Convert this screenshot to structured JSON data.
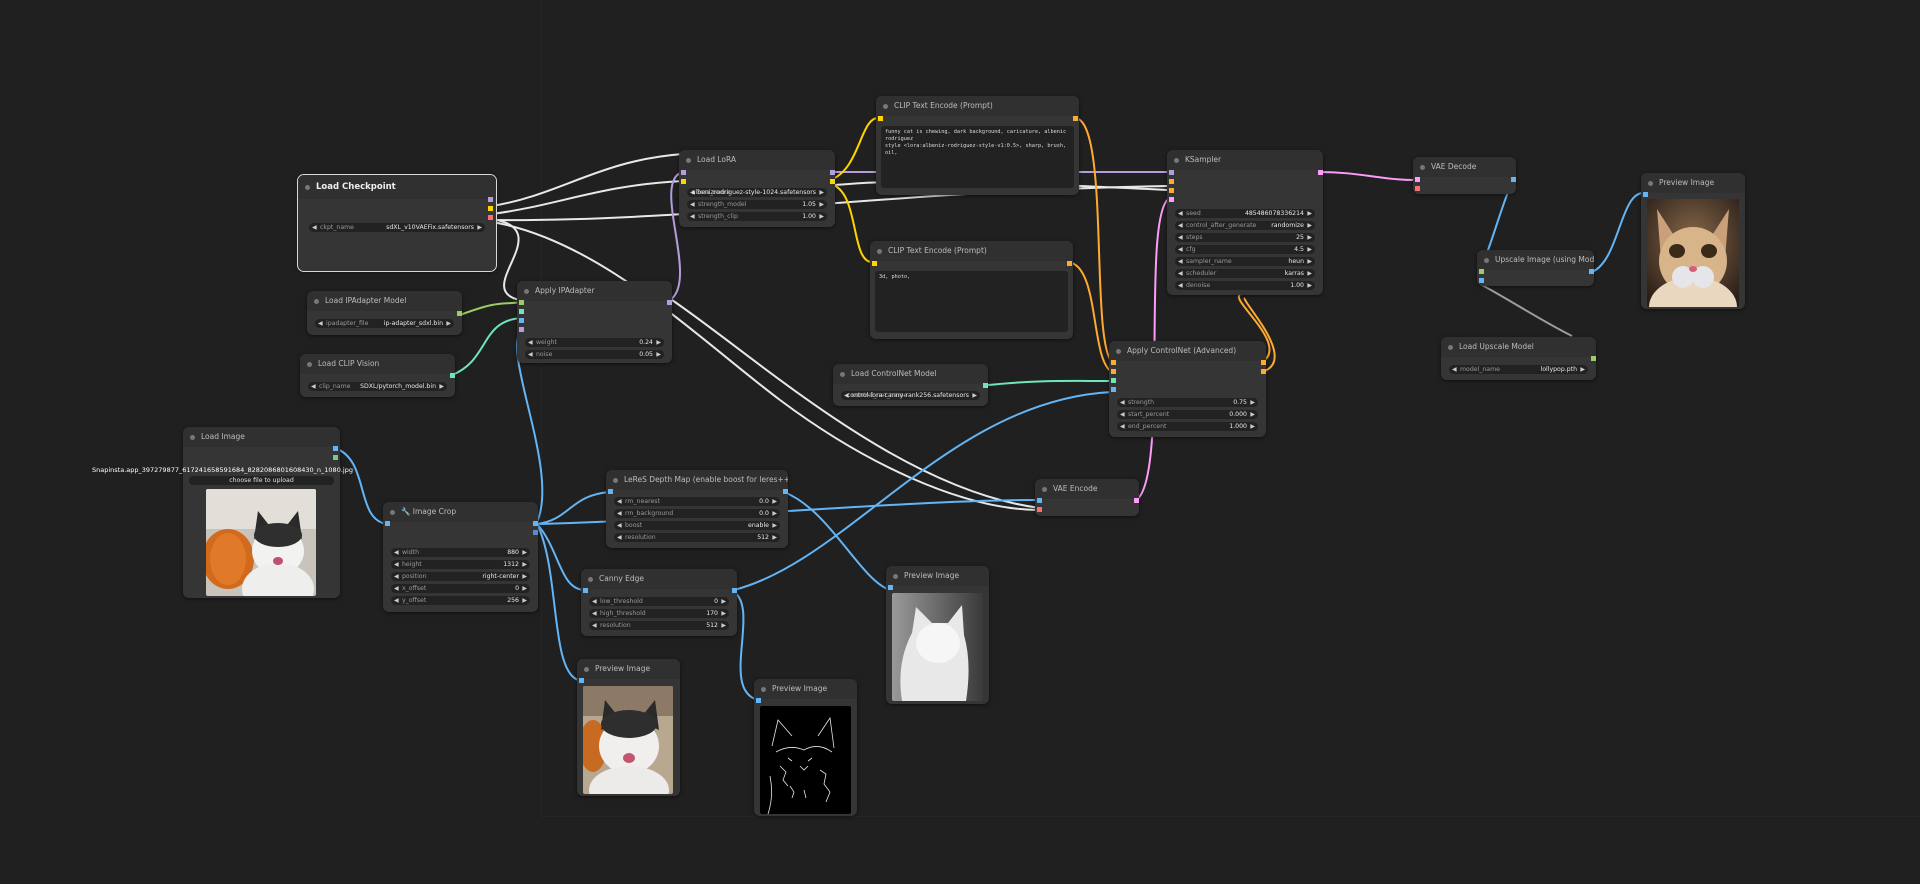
{
  "colors": {
    "background": "#202020",
    "node": "#353535",
    "widget": "#222222",
    "clip": "#ffd500",
    "model": "#b39ddb",
    "vae": "#ff6e6e",
    "image": "#64b5f6",
    "conditioning": "#ffa931",
    "latent": "#ff9cf9",
    "controlnet": "#6ee7b7",
    "upscale_model": "#9ccc65",
    "wire_default": "#e8e8e8"
  },
  "nodes": {
    "load_checkpoint": {
      "title": "Load Checkpoint",
      "ckpt_label": "ckpt_name",
      "ckpt_value": "sdXL_v10VAEFix.safetensors"
    },
    "load_ipadapter_model": {
      "title": "Load IPAdapter Model",
      "label": "ipadapter_file",
      "value": "ip-adapter_sdxl.bin"
    },
    "load_clip_vision": {
      "title": "Load CLIP Vision",
      "label": "clip_name",
      "value": "SDXL/pytorch_model.bin"
    },
    "apply_ipadapter": {
      "title": "Apply IPAdapter",
      "weight_label": "weight",
      "weight_value": "0.24",
      "noise_label": "noise",
      "noise_value": "0.05"
    },
    "load_lora": {
      "title": "Load LoRA",
      "lora_label": "lora_name",
      "lora_value": "albenizrodriguez-style-1024.safetensors",
      "strength_model_label": "strength_model",
      "strength_model_value": "1.05",
      "strength_clip_label": "strength_clip",
      "strength_clip_value": "1.00"
    },
    "clip_text_positive": {
      "title": "CLIP Text Encode (Prompt)",
      "text_line1": "funny cat is chewing, dark background, caricature, albenic rodriguez",
      "text_line2": "style <lora:albeniz-rodriguez-style-v1:0.5>, sharp, brush, oil,"
    },
    "clip_text_negative": {
      "title": "CLIP Text Encode (Prompt)",
      "text": "3d, photo,"
    },
    "ksampler": {
      "title": "KSampler",
      "seed_label": "seed",
      "seed_value": "485486078336214",
      "control_label": "control_after_generate",
      "control_value": "randomize",
      "steps_label": "steps",
      "steps_value": "25",
      "cfg_label": "cfg",
      "cfg_value": "4.5",
      "sampler_label": "sampler_name",
      "sampler_value": "heun",
      "scheduler_label": "scheduler",
      "scheduler_value": "karras",
      "denoise_label": "denoise",
      "denoise_value": "1.00"
    },
    "vae_decode": {
      "title": "VAE Decode"
    },
    "preview_final": {
      "title": "Preview Image"
    },
    "upscale_image": {
      "title": "Upscale Image (using Model)"
    },
    "load_upscale_model": {
      "title": "Load Upscale Model",
      "label": "model_name",
      "value": "lollypop.pth"
    },
    "load_controlnet": {
      "title": "Load ControlNet Model",
      "label": "control_net_name",
      "value": "control-lora-canny-rank256.safetensors"
    },
    "apply_controlnet": {
      "title": "Apply ControlNet (Advanced)",
      "strength_label": "strength",
      "strength_value": "0.75",
      "start_label": "start_percent",
      "start_value": "0.000",
      "end_label": "end_percent",
      "end_value": "1.000"
    },
    "vae_encode": {
      "title": "VAE Encode"
    },
    "load_image": {
      "title": "Load Image",
      "image_value": "Snapinsta.app_397279877_617241658591684_8282086801608430_n_1080.jpg",
      "upload_label": "choose file to upload"
    },
    "image_crop": {
      "title": "Image Crop",
      "width_label": "width",
      "width_value": "880",
      "height_label": "height",
      "height_value": "1312",
      "position_label": "position",
      "position_value": "right-center",
      "x_label": "x_offset",
      "x_value": "0",
      "y_label": "y_offset",
      "y_value": "256"
    },
    "leres_depth": {
      "title": "LeReS Depth Map (enable boost for leres++)",
      "rm_nearest_label": "rm_nearest",
      "rm_nearest_value": "0.0",
      "rm_background_label": "rm_background",
      "rm_background_value": "0.0",
      "boost_label": "boost",
      "boost_value": "enable",
      "resolution_label": "resolution",
      "resolution_value": "512"
    },
    "canny_edge": {
      "title": "Canny Edge",
      "low_label": "low_threshold",
      "low_value": "0",
      "high_label": "high_threshold",
      "high_value": "170",
      "resolution_label": "resolution",
      "resolution_value": "512"
    },
    "preview_depth": {
      "title": "Preview Image"
    },
    "preview_crop": {
      "title": "Preview Image"
    },
    "preview_canny": {
      "title": "Preview Image"
    }
  }
}
